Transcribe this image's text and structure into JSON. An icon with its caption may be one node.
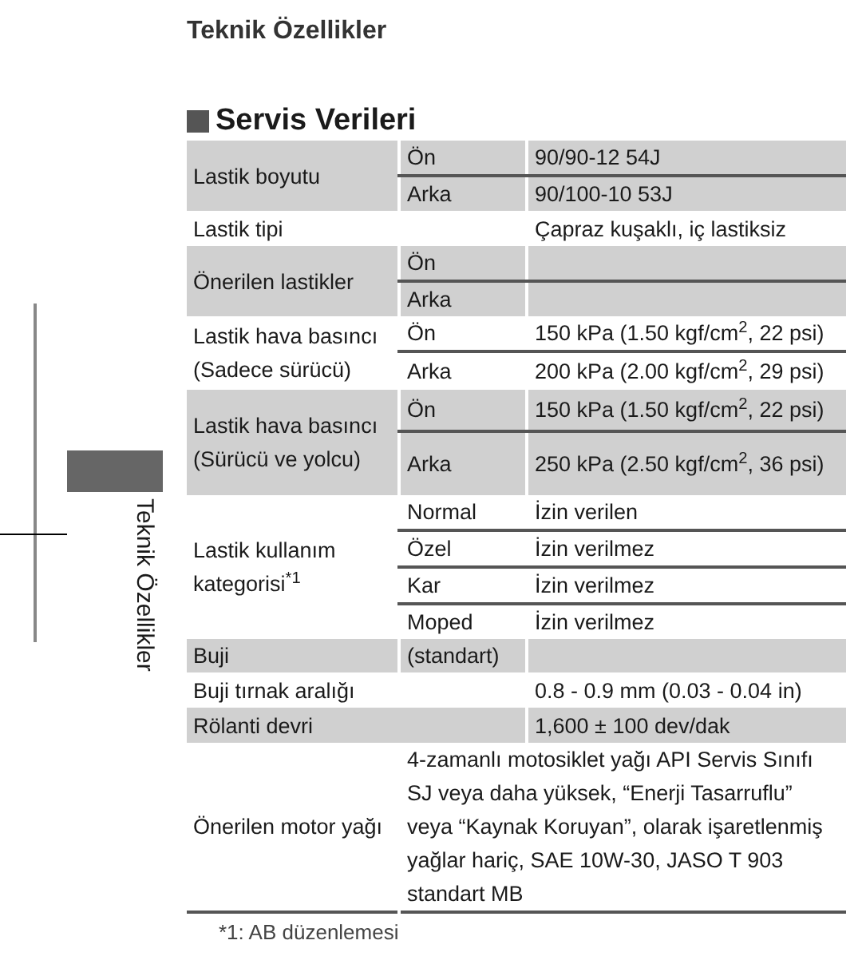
{
  "diagram": {
    "labels": [
      "Teknik Özellikler",
      "Servis Verileri",
      "Lastik boyutu",
      "Ön",
      "90/90-12 54J",
      "Arka",
      "90/100-10 53J",
      "Lastik tipi",
      "Çapraz kuşaklı, iç lastiksiz",
      "Önerilen lastikler",
      "Ön",
      "Arka",
      "Lastik hava basıncı (Sadece sürücü)",
      "Ön",
      "150 kPa (1.50 kgf/cm$^{2}$, 22 psi)",
      "Arka",
      "200 kPa (2.00 kgf/cm$^{2}$, 29 psi)",
      "Lastik hava basıncı (Sürücü ve yolcu)",
      "Ön",
      "150 kPa (1.50 kgf/cm$^{2}$, 22 psi)",
      "Arka",
      "250 kPa (2.50 kgf/cm$^{2}$, 36 psi)",
      "Lastik kullanım kategorisi$^{*1}$",
      "Normal",
      "İzin verilen",
      "Özel",
      "İzin verilmez",
      "Kar",
      "İzin verilmez",
      "Moped",
      "İzin verilmez",
      "Buji",
      "(standart)",
      "Buji tırnak aralığı",
      "0.8 - 0.9 mm (0.03 - 0.04 in)",
      "Rölanti devri",
      "1,600 ± 100 dev/dak",
      "Önerilen motor yağı",
      "4-zamanlı motosiklet yağı API Servis Sınıfı SJ veya daha yüksek, “Enerji Tasarruflu” veya “Kaynak Koruyan”, olarak işaretlenmiş yağlar hariç, SAE 10W-30, JASO T 903 standart MB",
      "*1: AB düzenlemesi",
      "Teknik Özellikler"
    ]
  }
}
